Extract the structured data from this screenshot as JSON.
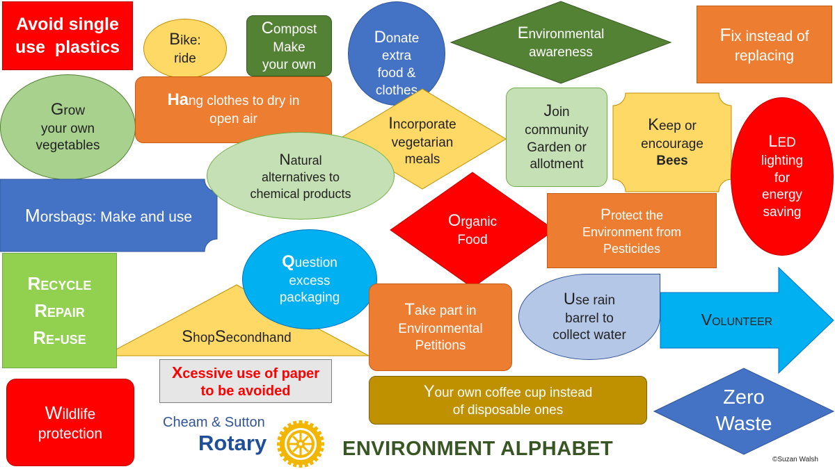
{
  "colors": {
    "red": "#ff0000",
    "orange": "#ed7d31",
    "yellow": "#ffd966",
    "darkgreen": "#548235",
    "blue": "#4472c4",
    "lightgreen": "#a9d18e",
    "palegreen": "#c5e0b4",
    "brightgreen": "#92d050",
    "cyan": "#00b0f0",
    "lavender": "#b4c7e7",
    "olive": "#bf9000",
    "alphabetGreen": "#375623"
  },
  "tiles": {
    "a": {
      "l1": "Avoid single",
      "l2": "use  plastics"
    },
    "b": {
      "cap": "B",
      "rest": "ike:",
      "l2": "ride"
    },
    "c": {
      "cap": "C",
      "rest": "ompost",
      "l2": "Make",
      "l3": "your own"
    },
    "d": {
      "cap": "D",
      "rest": "onate",
      "l2": "extra",
      "l3": "food &",
      "l4": "clothes"
    },
    "e": {
      "cap": "E",
      "rest": "nvironmental",
      "l2": "awareness"
    },
    "f": {
      "cap": "F",
      "rest": "ix instead of",
      "l2": "replacing"
    },
    "g": {
      "cap": "G",
      "rest": "row",
      "l2": "your own",
      "l3": "vegetables"
    },
    "h": {
      "cap": "Ha",
      "rest": "ng clothes to dry in",
      "l2": "open air"
    },
    "i": {
      "cap": "I",
      "rest": "ncorporate",
      "l2": "vegetarian",
      "l3": "meals"
    },
    "j": {
      "cap": "J",
      "rest": "oin",
      "l2": "community",
      "l3": "Garden or",
      "l4": "allotment"
    },
    "k": {
      "cap": "K",
      "rest": "eep or",
      "l2": "encourage",
      "l3": "Bees"
    },
    "l": {
      "cap": "L",
      "rest": "ED",
      "l2": "lighting",
      "l3": "for",
      "l4": "energy",
      "l5": "saving"
    },
    "m": {
      "cap": "M",
      "rest": "orsbags: Make and use"
    },
    "n": {
      "cap": "N",
      "rest": "atural",
      "l2": "alternatives to",
      "l3": "chemical products"
    },
    "o": {
      "cap": "O",
      "rest": "rganic",
      "l2": "Food"
    },
    "p": {
      "cap": "P",
      "rest": "rotect the",
      "l2": "Environment from",
      "l3": "Pesticides"
    },
    "q": {
      "cap": "Q",
      "rest": "uestion",
      "l2": "excess",
      "l3": "packaging"
    },
    "r": {
      "l1": "Recycle",
      "l2": "Repair",
      "l3": "Re-use"
    },
    "s": {
      "cap1": "S",
      "rest1": "hop",
      "cap2": "S",
      "rest2": "econdhand"
    },
    "t": {
      "cap": "T",
      "rest": "ake part in",
      "l2": "Environmental",
      "l3": "Petitions"
    },
    "u": {
      "cap": "U",
      "rest": "se rain",
      "l2": "barrel to",
      "l3": "collect water"
    },
    "v": {
      "l1": "Volunteer"
    },
    "w": {
      "cap": "W",
      "rest": "ildlife",
      "l2": "protection"
    },
    "x": {
      "cap": "X",
      "rest": "cessive use of paper",
      "l2": "to be avoided"
    },
    "y": {
      "cap": "Y",
      "rest": "our own coffee cup instead",
      "l2": "of disposable ones"
    },
    "z": {
      "l1": "Zero",
      "l2": "Waste"
    }
  },
  "footer": {
    "club_line1": "Cheam & Sutton",
    "club_line2": "Rotary",
    "title": "ENVIRONMENT ALPHABET",
    "credit": "©Suzan Walsh"
  }
}
